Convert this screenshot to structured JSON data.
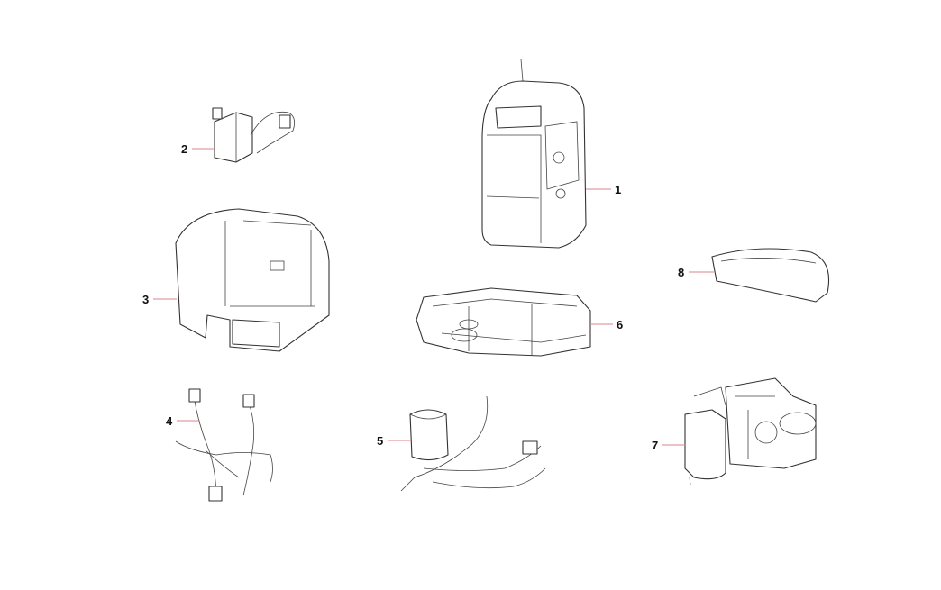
{
  "diagram": {
    "callouts": [
      {
        "id": "1",
        "label": "1"
      },
      {
        "id": "2",
        "label": "2"
      },
      {
        "id": "3",
        "label": "3"
      },
      {
        "id": "4",
        "label": "4"
      },
      {
        "id": "5",
        "label": "5"
      },
      {
        "id": "6",
        "label": "6"
      },
      {
        "id": "7",
        "label": "7"
      },
      {
        "id": "8",
        "label": "8"
      }
    ],
    "colors": {
      "leader_line": "#d9848a",
      "linework": "#333333",
      "background": "#ffffff"
    }
  }
}
